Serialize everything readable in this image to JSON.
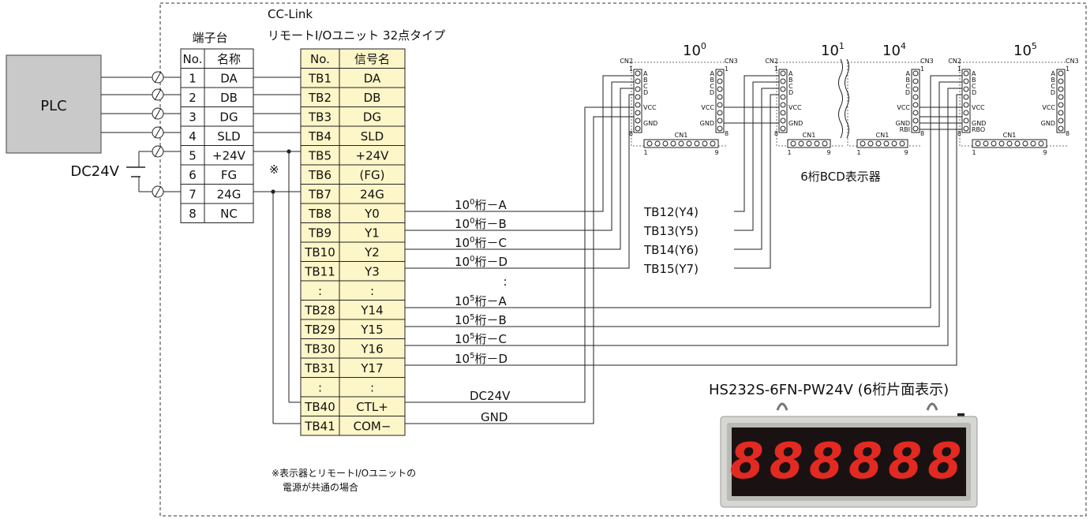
{
  "plc": {
    "label": "PLC"
  },
  "power_label": "DC24V",
  "terminal_block": {
    "title": "端子台",
    "headers": [
      "No.",
      "名称"
    ],
    "rows": [
      [
        "1",
        "DA"
      ],
      [
        "2",
        "DB"
      ],
      [
        "3",
        "DG"
      ],
      [
        "4",
        "SLD"
      ],
      [
        "5",
        "+24V"
      ],
      [
        "6",
        "FG"
      ],
      [
        "7",
        "24G"
      ],
      [
        "8",
        "NC"
      ]
    ]
  },
  "remote_io": {
    "title_line1": "CC-Link",
    "title_line2": "リモートI/Oユニット 32点タイプ",
    "headers": [
      "No.",
      "信号名"
    ],
    "rows": [
      [
        "TB1",
        "DA"
      ],
      [
        "TB2",
        "DB"
      ],
      [
        "TB3",
        "DG"
      ],
      [
        "TB4",
        "SLD"
      ],
      [
        "TB5",
        "+24V"
      ],
      [
        "TB6",
        "(FG)"
      ],
      [
        "TB7",
        "24G"
      ],
      [
        "TB8",
        "Y0"
      ],
      [
        "TB9",
        "Y1"
      ],
      [
        "TB10",
        "Y2"
      ],
      [
        "TB11",
        "Y3"
      ],
      [
        ":",
        ":"
      ],
      [
        "TB28",
        "Y14"
      ],
      [
        "TB29",
        "Y15"
      ],
      [
        "TB30",
        "Y16"
      ],
      [
        "TB31",
        "Y17"
      ],
      [
        ":",
        ":"
      ],
      [
        "TB40",
        "CTL+"
      ],
      [
        "TB41",
        "COM−"
      ]
    ]
  },
  "note_mark": "※",
  "note": {
    "line1": "※表示器とリモートI/Oユニットの",
    "line2": "電源が共通の場合"
  },
  "signal_labels": [
    {
      "base": "10",
      "exp": "0",
      "rest": "桁－A"
    },
    {
      "base": "10",
      "exp": "0",
      "rest": "桁－B"
    },
    {
      "base": "10",
      "exp": "0",
      "rest": "桁－C"
    },
    {
      "base": "10",
      "exp": "0",
      "rest": "桁－D"
    },
    {
      "base": "10",
      "exp": "5",
      "rest": "桁－A"
    },
    {
      "base": "10",
      "exp": "5",
      "rest": "桁－B"
    },
    {
      "base": "10",
      "exp": "5",
      "rest": "桁－C"
    },
    {
      "base": "10",
      "exp": "5",
      "rest": "桁－D"
    }
  ],
  "signal_ellipsis": ":",
  "power_wire_labels": {
    "ctl": "DC24V",
    "com": "GND"
  },
  "y_labels": [
    "TB12(Y4)",
    "TB13(Y5)",
    "TB14(Y6)",
    "TB15(Y7)"
  ],
  "display_modules": [
    {
      "base": "10",
      "exp": "0"
    },
    {
      "base": "10",
      "exp": "1"
    },
    {
      "base": "10",
      "exp": "4"
    },
    {
      "base": "10",
      "exp": "5"
    }
  ],
  "connector_labels": {
    "cn1": "CN1",
    "cn2": "CN2",
    "cn3": "CN3"
  },
  "pin_labels": [
    "A",
    "B",
    "C",
    "D",
    "VCC",
    "GND"
  ],
  "rbi_label": "RBI",
  "rbo_label": "RBO",
  "pin_numbers": {
    "one": "1",
    "eight": "8",
    "nine": "9"
  },
  "bcd_caption": "6桁BCD表示器",
  "product": {
    "title": "HS232S-6FN-PW24V (6桁片面表示)",
    "digits": "888888"
  }
}
